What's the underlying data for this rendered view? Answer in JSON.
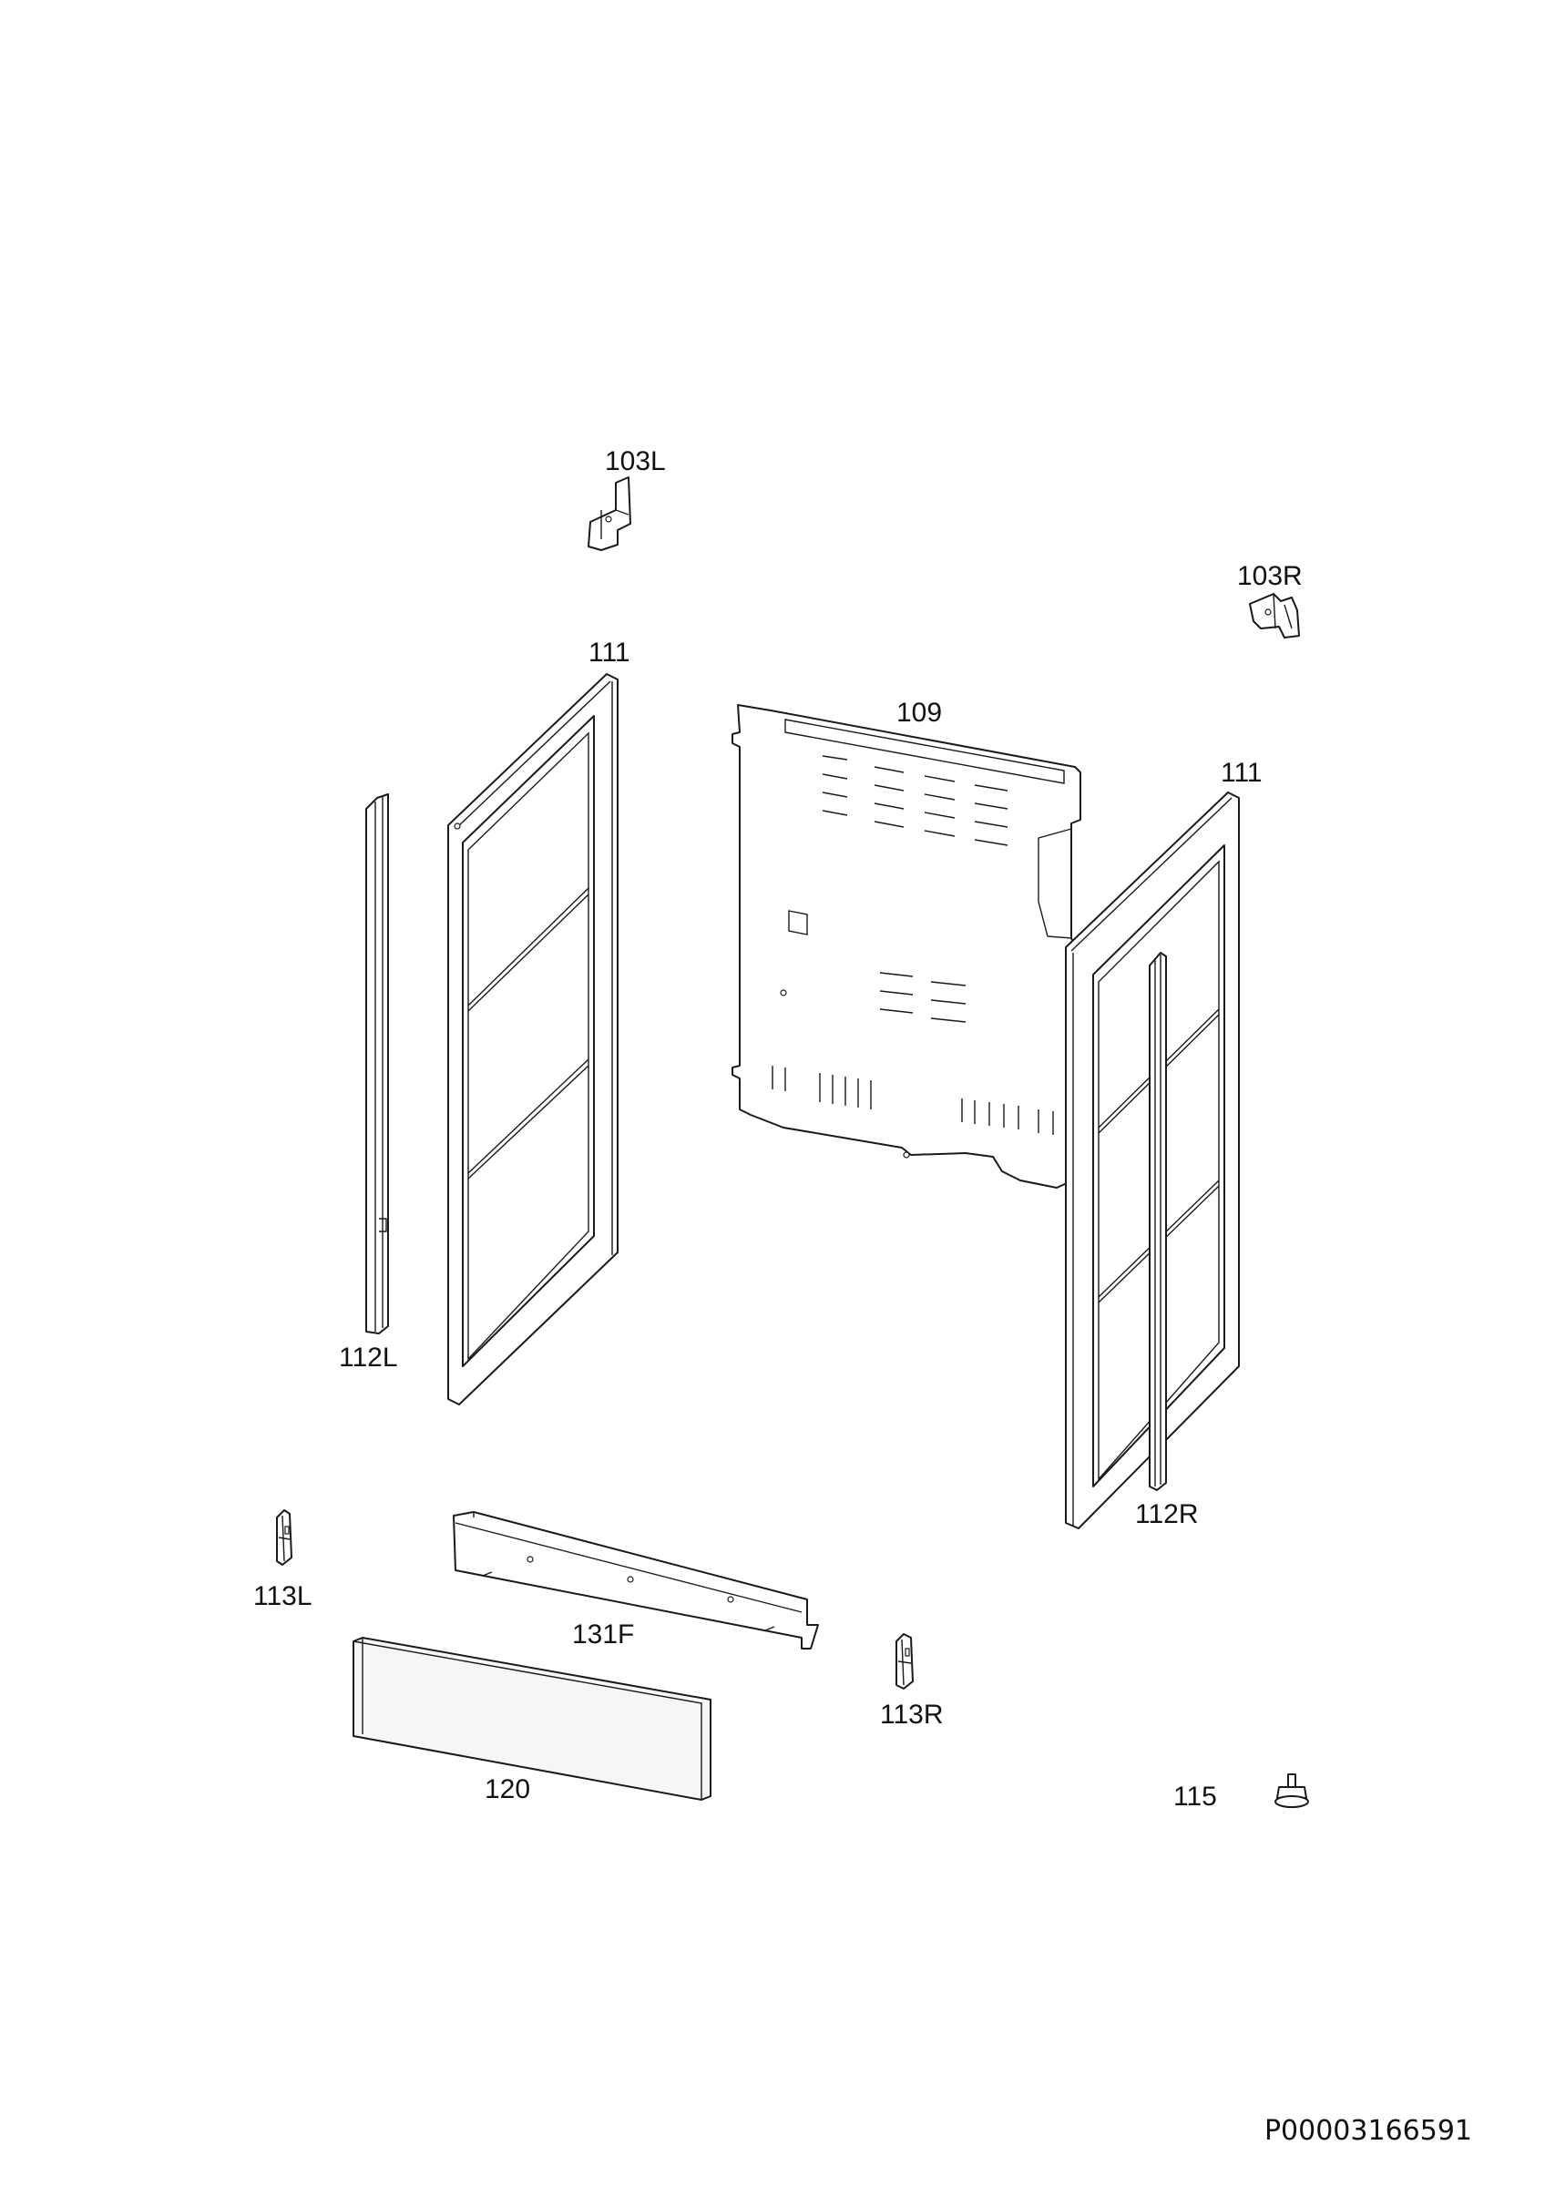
{
  "labels": {
    "p103L": "103L",
    "p103R": "103R",
    "p111_left": "111",
    "p111_right": "111",
    "p109": "109",
    "p112L": "112L",
    "p112R": "112R",
    "p113L": "113L",
    "p113R": "113R",
    "p131F": "131F",
    "p120": "120",
    "p115": "115"
  },
  "document_id": "P00003166591",
  "colors": {
    "line": "#1a1a1a",
    "background": "#ffffff"
  }
}
